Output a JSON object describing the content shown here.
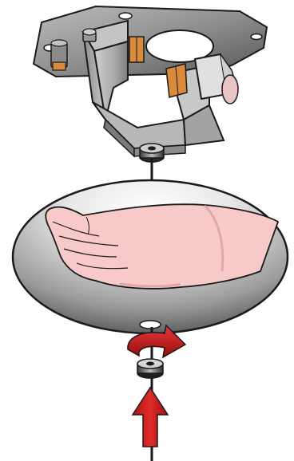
{
  "illustration": {
    "subject": "ceiling-mount-installation-step",
    "parts": [
      "mounting-bracket",
      "mounting-plate",
      "bracket-lock-nut",
      "ceiling-tile",
      "installer-hand",
      "threaded-rod",
      "retaining-nut"
    ],
    "icons": {
      "rotation": "clockwise-arrow-icon",
      "direction": "up-arrow-icon"
    },
    "colors": {
      "outline": "#1a1a1a",
      "metal_light": "#d9d9d9",
      "metal_mid": "#a8a8a8",
      "metal_dark": "#6e6e6e",
      "ceiling_light": "#f4f4f4",
      "ceiling_dark": "#5e5e5e",
      "hand": "#f7c6c6",
      "hand_shadow": "#e5a9a9",
      "pad": "#d97a2b",
      "arrow": "#d11a1a",
      "arrow_dark": "#9b0c0c"
    }
  }
}
